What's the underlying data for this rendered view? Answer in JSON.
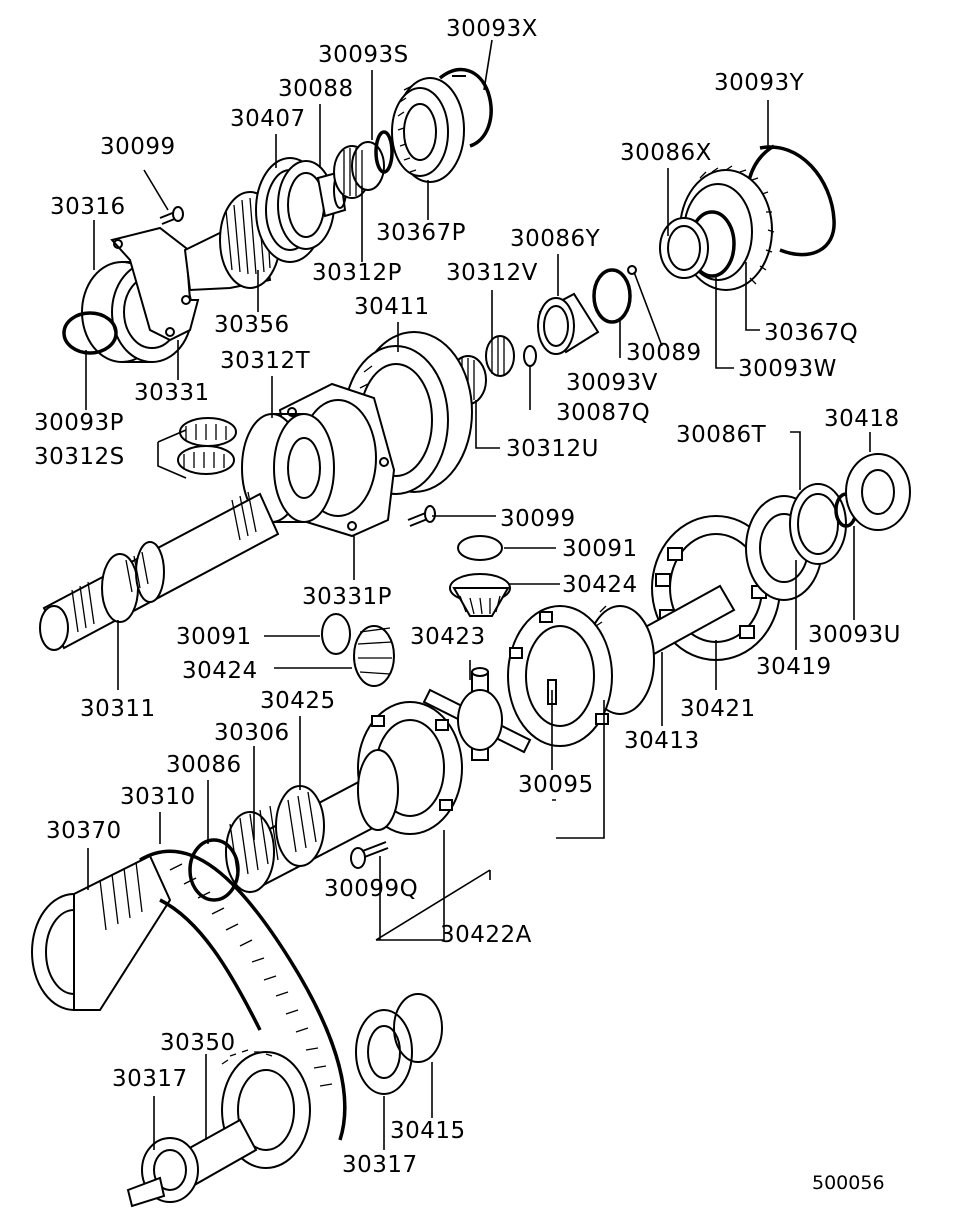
{
  "diagram_code": "500056",
  "colors": {
    "ink": "#000000",
    "paper": "#ffffff"
  },
  "labels": [
    {
      "id": "l1",
      "text": "30093X"
    },
    {
      "id": "l2",
      "text": "30093S"
    },
    {
      "id": "l3",
      "text": "30088"
    },
    {
      "id": "l4",
      "text": "30407"
    },
    {
      "id": "l5",
      "text": "30099"
    },
    {
      "id": "l6",
      "text": "30316"
    },
    {
      "id": "l7",
      "text": "30367P"
    },
    {
      "id": "l8",
      "text": "30093Y"
    },
    {
      "id": "l9",
      "text": "30086X"
    },
    {
      "id": "l10",
      "text": "30086Y"
    },
    {
      "id": "l11",
      "text": "30312V"
    },
    {
      "id": "l12",
      "text": "30312P"
    },
    {
      "id": "l13",
      "text": "30356"
    },
    {
      "id": "l14",
      "text": "30411"
    },
    {
      "id": "l15",
      "text": "30367Q"
    },
    {
      "id": "l16",
      "text": "30089"
    },
    {
      "id": "l17",
      "text": "30093W"
    },
    {
      "id": "l18",
      "text": "30093V"
    },
    {
      "id": "l19",
      "text": "30312T"
    },
    {
      "id": "l20",
      "text": "30331"
    },
    {
      "id": "l21",
      "text": "30087Q"
    },
    {
      "id": "l22",
      "text": "30093P"
    },
    {
      "id": "l23",
      "text": "30418"
    },
    {
      "id": "l24",
      "text": "30312S"
    },
    {
      "id": "l25",
      "text": "30312U"
    },
    {
      "id": "l26",
      "text": "30086T"
    },
    {
      "id": "l27",
      "text": "30099"
    },
    {
      "id": "l28",
      "text": "30091"
    },
    {
      "id": "l29",
      "text": "30424"
    },
    {
      "id": "l30",
      "text": "30331P"
    },
    {
      "id": "l31",
      "text": "30093U"
    },
    {
      "id": "l32",
      "text": "30091"
    },
    {
      "id": "l33",
      "text": "30423"
    },
    {
      "id": "l34",
      "text": "30419"
    },
    {
      "id": "l35",
      "text": "30424"
    },
    {
      "id": "l36",
      "text": "30311"
    },
    {
      "id": "l37",
      "text": "30425"
    },
    {
      "id": "l38",
      "text": "30421"
    },
    {
      "id": "l39",
      "text": "30306"
    },
    {
      "id": "l40",
      "text": "30413"
    },
    {
      "id": "l41",
      "text": "30086"
    },
    {
      "id": "l42",
      "text": "30095"
    },
    {
      "id": "l43",
      "text": "30310"
    },
    {
      "id": "l44",
      "text": "30370"
    },
    {
      "id": "l45",
      "text": "30099Q"
    },
    {
      "id": "l46",
      "text": "30422A"
    },
    {
      "id": "l47",
      "text": "30350"
    },
    {
      "id": "l48",
      "text": "30317"
    },
    {
      "id": "l49",
      "text": "30415"
    },
    {
      "id": "l50",
      "text": "30317"
    }
  ]
}
